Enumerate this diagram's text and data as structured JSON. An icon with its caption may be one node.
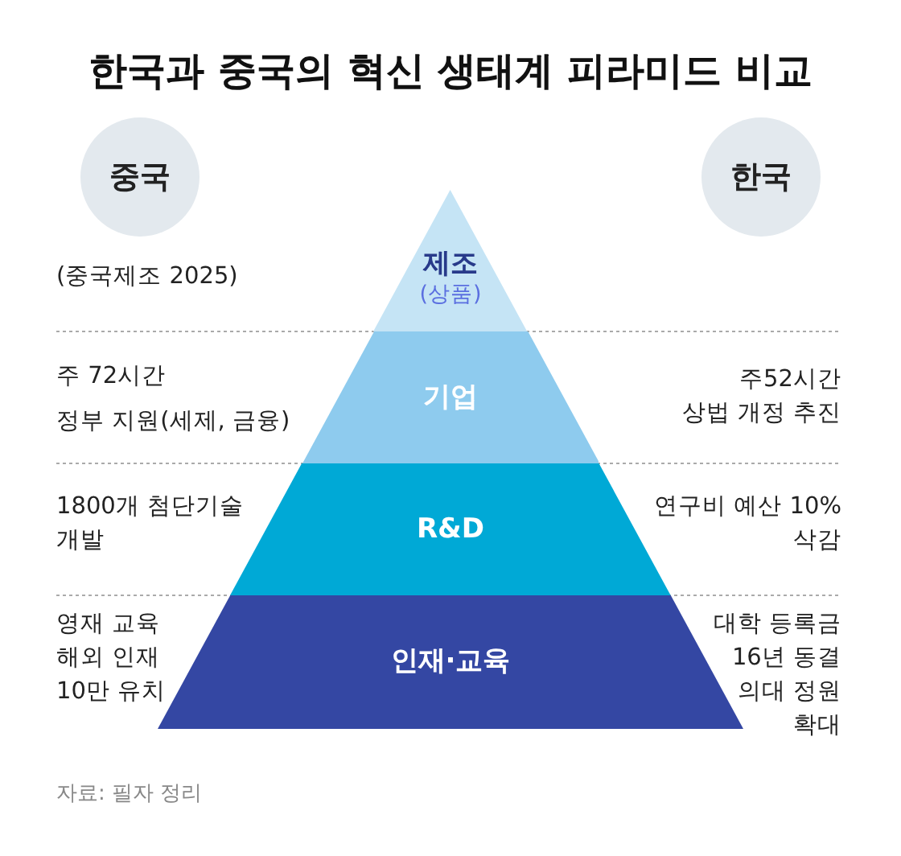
{
  "diagram": {
    "title": "한국과 중국의 혁신 생태계 피라미드 비교",
    "nodes": [
      {
        "text": [
          "중국"
        ]
      },
      {
        "text": [
          "한국"
        ]
      },
      {
        "text": [
          "제조",
          "(상품)"
        ]
      },
      {
        "text": [
          "기업"
        ]
      },
      {
        "text": [
          "R&D"
        ]
      },
      {
        "text": [
          "인재·교육"
        ]
      }
    ],
    "labels": [
      "(중국제조 2025)",
      "주 72시간",
      "정부 지원(세제, 금융)",
      "주52시간",
      "상법 개정 추진",
      "1800개 첨단기술 개발",
      "연구비 예산 10% 삭감",
      "영재 교육 해외 인재 10만 유치",
      "대학 등록금 16년 동결 의대 정원 확대"
    ],
    "caption": "자료: 필자 정리"
  }
}
